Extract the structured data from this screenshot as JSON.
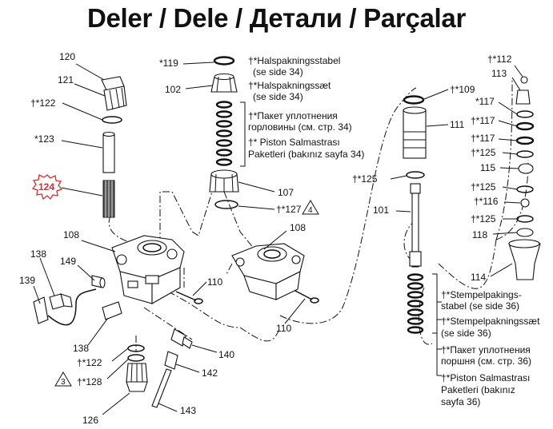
{
  "title": "Deler / Dele / Детали / Parçalar",
  "callouts": {
    "c120": "120",
    "c121": "121",
    "c122a": "†*122",
    "c123": "*123",
    "c124": "124",
    "c119": "*119",
    "c102": "102",
    "c107": "107",
    "c127": "†*127",
    "c108a": "108",
    "c108b": "108",
    "c149": "149",
    "c138a": "138",
    "c139": "139",
    "c110a": "110",
    "c110b": "110",
    "c138b": "138",
    "c122b": "†*122",
    "c128": "†*128",
    "c140": "140",
    "c142": "142",
    "c126": "126",
    "c143": "143",
    "c109": "†*109",
    "c111": "111",
    "c125a": "†*125",
    "c101": "101",
    "c112": "†*112",
    "c113": "113",
    "c117a": "*117",
    "c117b": "†*117",
    "c117c": "†*117",
    "c125b": "†*125",
    "c115": "115",
    "c125c": "†*125",
    "c116": "†*116",
    "c125d": "†*125",
    "c118": "118",
    "c114": "114"
  },
  "warnings": {
    "w4": "4",
    "w3": "3"
  },
  "throat_notes": [
    "†*Halspakningsstabel",
    "(se side 34)",
    "†*Halspakningssæt",
    "(se side 34)",
    "†*Пакет уплотнения",
    "горловины (см. стр. 34)",
    "†* Piston Salmastrası",
    "Paketleri (bakınız sayfa 34)"
  ],
  "piston_notes": [
    "†*Stempelpakings-",
    "stabel (se side 36)",
    "†*Stempelpakningssæt",
    "(se side 36)",
    "†*Пакет уплотнения",
    "поршня (см. стр. 36)",
    "†*Piston Salmastrası",
    "Paketleri (bakınız",
    "sayfa 36)"
  ],
  "colors": {
    "highlight": "#d0312d",
    "line": "#111111",
    "fill_dark": "#555555"
  }
}
